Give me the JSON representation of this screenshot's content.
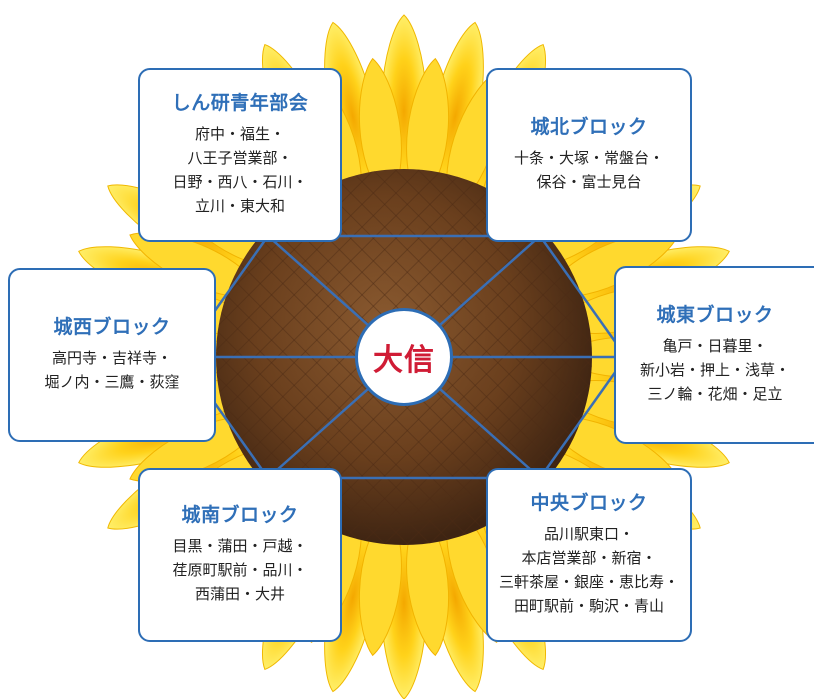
{
  "colors": {
    "card_border": "#2d6db5",
    "title_text": "#2f6fb8",
    "center_text": "#d01c35",
    "petal_light": "#ffe94a",
    "petal_dark": "#f7b400",
    "seed_center": "#7a4a22",
    "seed_edge": "#3e2412"
  },
  "center": {
    "label": "大信"
  },
  "blocks": [
    {
      "id": "shinken",
      "title": "しん研青年部会",
      "lines": [
        "府中・福生・",
        "八王子営業部・",
        "日野・西八・石川・",
        "立川・東大和"
      ]
    },
    {
      "id": "johoku",
      "title": "城北ブロック",
      "lines": [
        "十条・大塚・常盤台・",
        "保谷・富士見台"
      ]
    },
    {
      "id": "josei",
      "title": "城西ブロック",
      "lines": [
        "高円寺・吉祥寺・",
        "堀ノ内・三鷹・荻窪"
      ]
    },
    {
      "id": "joto",
      "title": "城東ブロック",
      "lines": [
        "亀戸・日暮里・",
        "新小岩・押上・浅草・",
        "三ノ輪・花畑・足立"
      ]
    },
    {
      "id": "jonan",
      "title": "城南ブロック",
      "lines": [
        "目黒・蒲田・戸越・",
        "荏原町駅前・品川・",
        "西蒲田・大井"
      ]
    },
    {
      "id": "chuo",
      "title": "中央ブロック",
      "lines": [
        "品川駅東口・",
        "本店営業部・新宿・",
        "三軒茶屋・銀座・恵比寿・",
        "田町駅前・駒沢・青山"
      ]
    }
  ]
}
